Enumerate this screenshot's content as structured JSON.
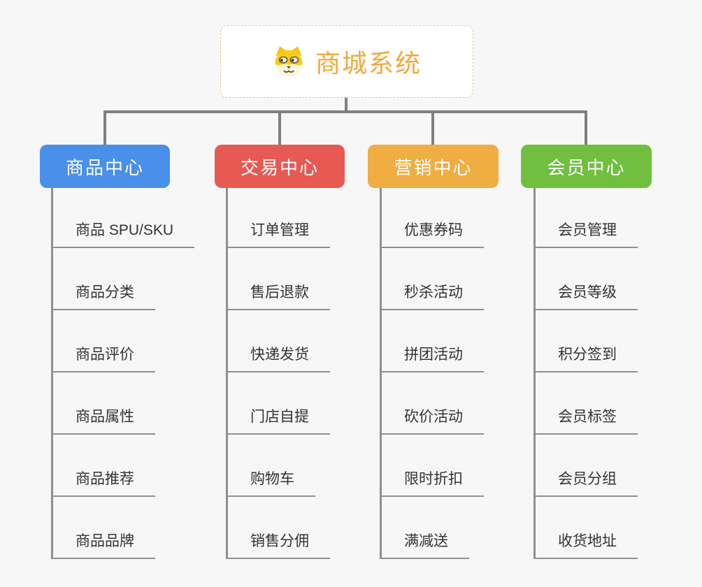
{
  "root": {
    "label": "商城系统",
    "icon": "dog-face",
    "text_color": "#f2a93e",
    "border_color": "#f2c879"
  },
  "connector_color": "#7f7f7f",
  "branches": [
    {
      "label": "商品中心",
      "color": "#4a90ea",
      "items": [
        "商品 SPU/SKU",
        "商品分类",
        "商品评价",
        "商品属性",
        "商品推荐",
        "商品品牌"
      ]
    },
    {
      "label": "交易中心",
      "color": "#e75a54",
      "items": [
        "订单管理",
        "售后退款",
        "快递发货",
        "门店自提",
        "购物车",
        "销售分佣"
      ]
    },
    {
      "label": "营销中心",
      "color": "#efad42",
      "items": [
        "优惠券码",
        "秒杀活动",
        "拼团活动",
        "砍价活动",
        "限时折扣",
        "满减送"
      ]
    },
    {
      "label": "会员中心",
      "color": "#70bf3f",
      "items": [
        "会员管理",
        "会员等级",
        "积分签到",
        "会员标签",
        "会员分组",
        "收货地址"
      ]
    }
  ]
}
